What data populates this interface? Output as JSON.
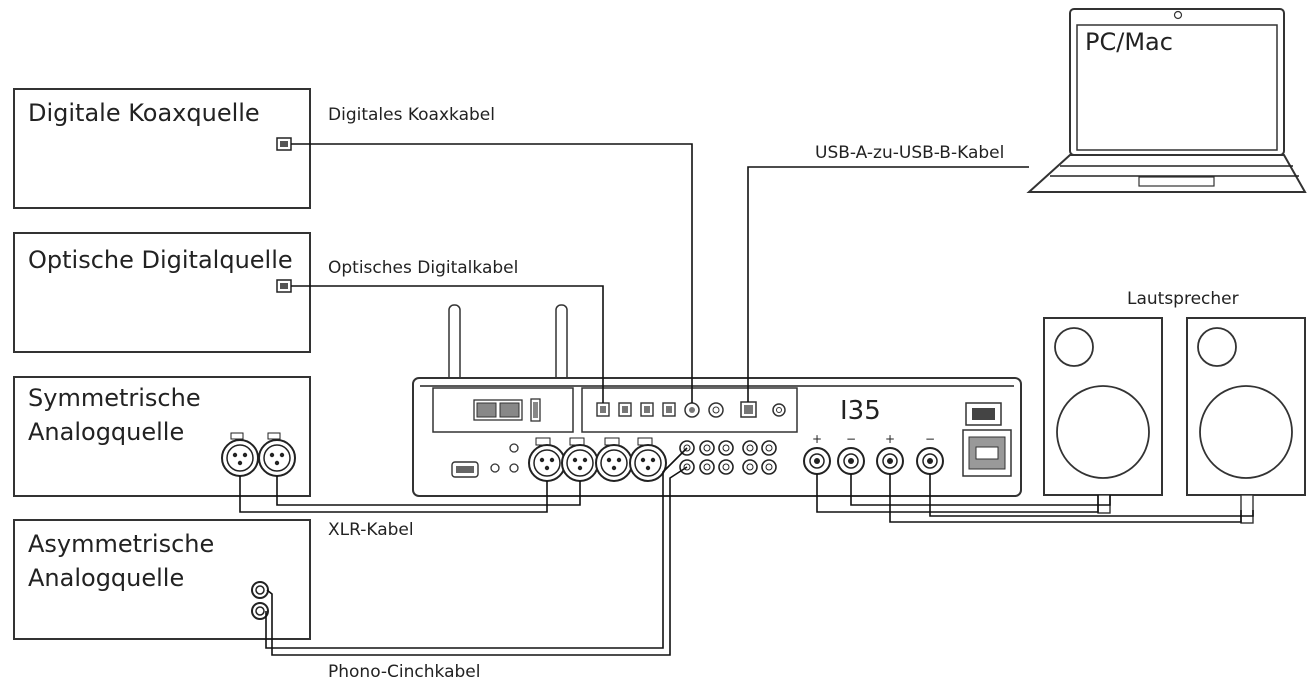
{
  "sources": {
    "coax": "Digitale Koaxquelle",
    "optical": "Optische Digitalquelle",
    "balanced_1": "Symmetrische",
    "balanced_2": "Analogquelle",
    "unbalanced_1": "Asymmetrische",
    "unbalanced_2": "Analogquelle"
  },
  "cables": {
    "coax": "Digitales Koaxkabel",
    "optical": "Optisches Digitalkabel",
    "usb": "USB-A-zu-USB-B-Kabel",
    "xlr": "XLR-Kabel",
    "phono": "Phono-Cinchkabel"
  },
  "computer": "PC/Mac",
  "speakers": "Lautsprecher",
  "amp": {
    "model": "I35",
    "polarity": [
      "+",
      "−",
      "+",
      "−"
    ]
  }
}
